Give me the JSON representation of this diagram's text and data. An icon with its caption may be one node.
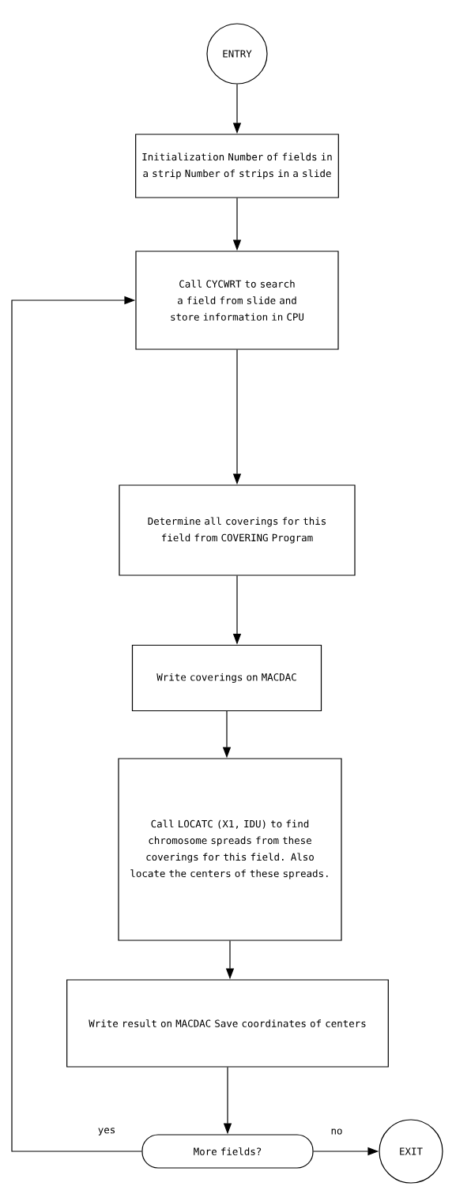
{
  "diagram": {
    "nodes": [
      {
        "text": [
          "ENTRY"
        ]
      },
      {
        "text": [
          "Initialization Number of fields in a strip Number of strips in a slide"
        ]
      },
      {
        "text": [
          "Call CYCWRT to search a field from slide and store information in CPU"
        ]
      },
      {
        "text": [
          "Determine all coverings for this field from COVERING Program"
        ]
      },
      {
        "text": [
          "Write coverings on MACDAC"
        ]
      },
      {
        "text": [
          "Call LOCATC (X1, IDU) to find chromosome spreads from these coverings for this field. Also locate the centers of these spreads."
        ]
      },
      {
        "text": [
          "Write result on MACDAC Save coordinates of centers"
        ]
      },
      {
        "text": [
          "More fields?"
        ]
      },
      {
        "text": [
          "EXIT"
        ]
      }
    ],
    "edges": [
      {
        "from": 0,
        "to": 1,
        "arrow": "to"
      },
      {
        "from": 1,
        "to": 2,
        "arrow": "to"
      },
      {
        "from": 2,
        "to": 3,
        "arrow": "to"
      },
      {
        "from": 3,
        "to": 4,
        "arrow": "to"
      },
      {
        "from": 4,
        "to": 5,
        "arrow": "to"
      },
      {
        "from": 5,
        "to": 6,
        "arrow": "to"
      },
      {
        "from": 6,
        "to": 7,
        "arrow": "to"
      },
      {
        "from": 7,
        "to": 2,
        "arrow": "to",
        "label": "yes"
      },
      {
        "from": 7,
        "to": 8,
        "arrow": "to",
        "label": "no"
      }
    ]
  }
}
